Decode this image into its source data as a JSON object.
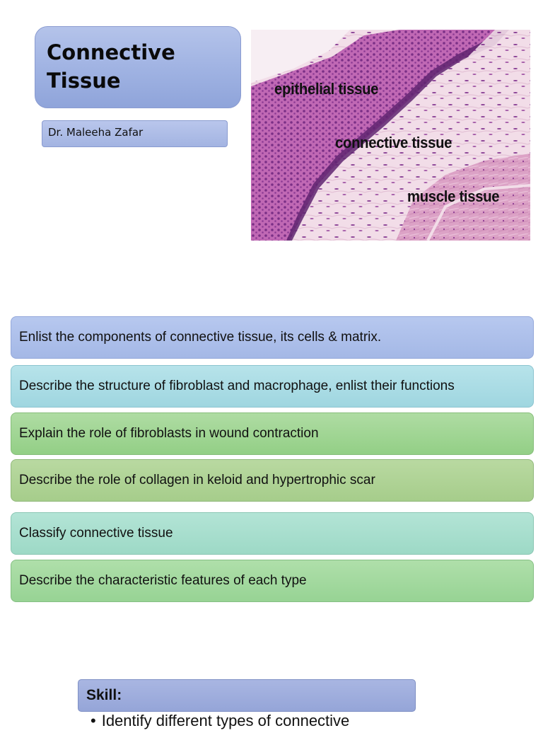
{
  "title": {
    "line1": "Connective",
    "line2": "Tissue"
  },
  "author": "Dr. Maleeha Zafar",
  "image": {
    "labels": {
      "epithelial": "epithelial tissue",
      "connective": "connective tissue",
      "muscle": "muscle tissue"
    },
    "colors": {
      "epithelium": "#b35aa8",
      "basal_layer": "#6a2a78",
      "connective": "#f0dbe6",
      "muscle": "#dca0c4"
    }
  },
  "objectives": [
    {
      "text": "Enlist the components of connective tissue, its cells & matrix."
    },
    {
      "text": "Describe the structure of fibroblast and macrophage, enlist their functions"
    },
    {
      "text": "Explain the role of fibroblasts in wound contraction"
    },
    {
      "text": "Describe the role of collagen in keloid and hypertrophic scar"
    },
    {
      "text": "Classify connective tissue"
    },
    {
      "text": "Describe the characteristic features of each type"
    }
  ],
  "skill": {
    "label": "Skill:",
    "items": [
      "Identify different types of connective"
    ]
  }
}
